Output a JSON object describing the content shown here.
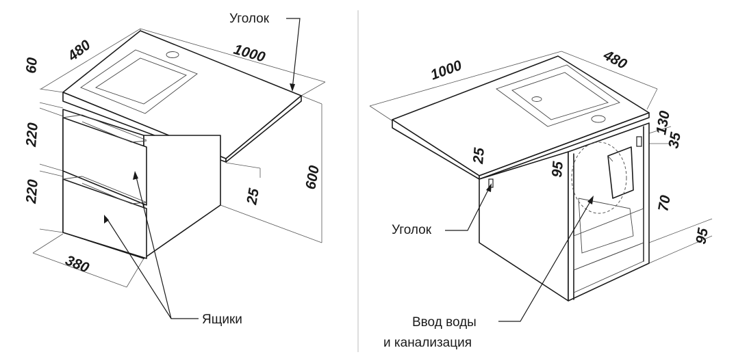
{
  "labels": {
    "corner_left": "Уголок",
    "drawers": "Ящики",
    "corner_right": "Уголок",
    "water_inlet_line1": "Ввод воды",
    "water_inlet_line2": "и канализация"
  },
  "left_view": {
    "dims": {
      "width": "1000",
      "depth": "480",
      "top_thickness": "60",
      "drawer_upper": "220",
      "drawer_lower": "220",
      "height": "600",
      "gap": "25",
      "cabinet_depth": "380"
    }
  },
  "right_view": {
    "dims": {
      "width": "1000",
      "depth": "480",
      "offset_130": "130",
      "offset_35": "35",
      "gap_25": "25",
      "pipe_95": "95",
      "offset_70": "70",
      "bottom_95": "95"
    }
  }
}
